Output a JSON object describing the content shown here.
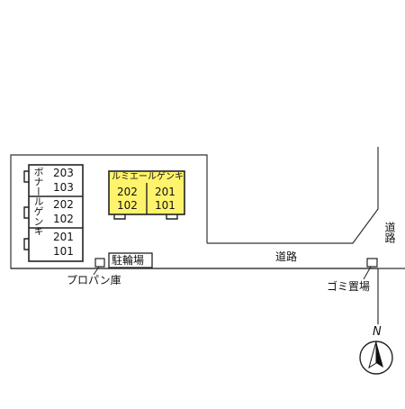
{
  "building_a": {
    "name": "ボナールゲンキ",
    "rooms": [
      {
        "upper": "203",
        "lower": "103"
      },
      {
        "upper": "202",
        "lower": "102"
      },
      {
        "upper": "201",
        "lower": "101"
      }
    ]
  },
  "building_b": {
    "name": "ルミエールゲンキ",
    "rooms": [
      {
        "upper": "202",
        "lower": "102"
      },
      {
        "upper": "201",
        "lower": "101"
      }
    ],
    "fill_color": "#fff36b"
  },
  "labels": {
    "bicycle_parking": "駐輪場",
    "propane_storage": "プロパン庫",
    "road_horizontal": "道路",
    "road_vertical": "道路",
    "garbage": "ゴミ置場",
    "north": "N"
  }
}
